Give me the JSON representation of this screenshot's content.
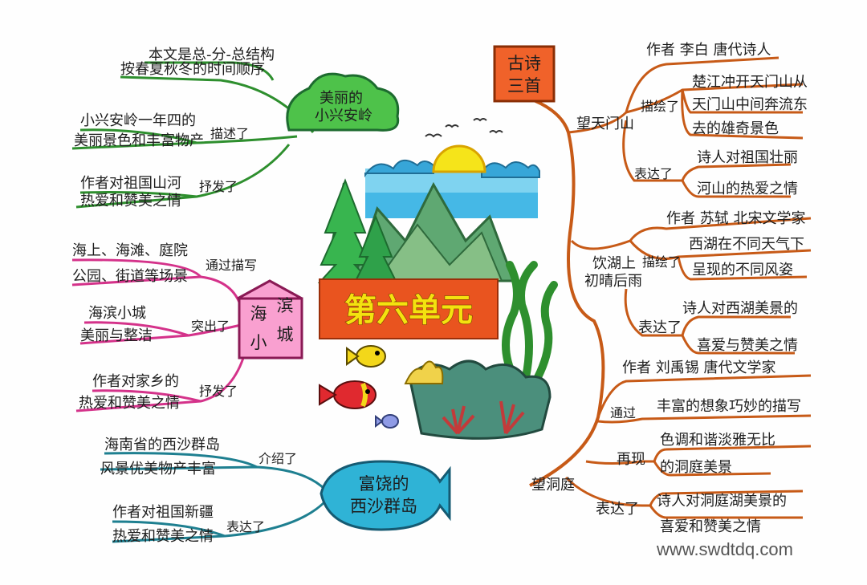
{
  "center": {
    "title": "第六单元"
  },
  "colors": {
    "green": "#2e8f2e",
    "pink": "#d4328a",
    "teal": "#1e7f90",
    "orange": "#c75a17",
    "title_bg": "#e9541f",
    "title_text": "#f4e20f"
  },
  "topics": {
    "xiaoxinganling": {
      "title_l1": "美丽的",
      "title_l2": "小兴安岭",
      "items": [
        {
          "l1": "本文是总-分-总结构",
          "l2": "按春夏秋冬的时间顺序"
        },
        {
          "label": "描述了",
          "l1": "小兴安岭一年四的",
          "l2": "美丽景色和丰富物产"
        },
        {
          "label": "抒发了",
          "l1": "作者对祖国山河",
          "l2": "热爱和赞美之情"
        }
      ]
    },
    "haibinxiaocheng": {
      "title_l1": "海",
      "title_l2": "滨",
      "title_l3": "小",
      "title_l4": "城",
      "items": [
        {
          "label": "通过描写",
          "l1": "海上、海滩、庭院",
          "l2": "公园、街道等场景"
        },
        {
          "label": "突出了",
          "l1": "海滨小城",
          "l2": "美丽与整洁"
        },
        {
          "label": "抒发了",
          "l1": "作者对家乡的",
          "l2": "热爱和赞美之情"
        }
      ]
    },
    "xisha": {
      "title_l1": "富饶的",
      "title_l2": "西沙群岛",
      "items": [
        {
          "label": "介绍了",
          "l1": "海南省的西沙群岛",
          "l2": "风景优美物产丰富"
        },
        {
          "label": "表达了",
          "l1": "作者对祖国新疆",
          "l2": "热爱和赞美之情"
        }
      ]
    },
    "gushi": {
      "title_l1": "古诗",
      "title_l2": "三首",
      "poems": [
        {
          "name": "望天门山",
          "author": "作者 李白 唐代诗人",
          "label_a": "描绘了",
          "a_lines": [
            "楚江冲开天门山从",
            "天门山中间奔流东",
            "去的雄奇景色"
          ],
          "label_b": "表达了",
          "b_lines": [
            "诗人对祖国壮丽",
            "河山的热爱之情"
          ]
        },
        {
          "name_l1": "饮湖上",
          "name_l2": "初晴后雨",
          "author": "作者 苏轼 北宋文学家",
          "label_a": "描绘了",
          "a_lines": [
            "西湖在不同天气下",
            "呈现的不同风姿"
          ],
          "label_b": "表达了",
          "b_lines": [
            "诗人对西湖美景的",
            "喜爱与赞美之情"
          ]
        },
        {
          "name": "望洞庭",
          "author": "作者 刘禹锡 唐代文学家",
          "label_a": "通过",
          "a_lines": [
            "丰富的想象巧妙的描写"
          ],
          "label_b": "再现",
          "b_lines": [
            "色调和谐淡雅无比",
            "的洞庭美景"
          ],
          "label_c": "表达了",
          "c_lines": [
            "诗人对洞庭湖美景的",
            "喜爱和赞美之情"
          ]
        }
      ]
    }
  },
  "watermark": "www.swdtdq.com"
}
